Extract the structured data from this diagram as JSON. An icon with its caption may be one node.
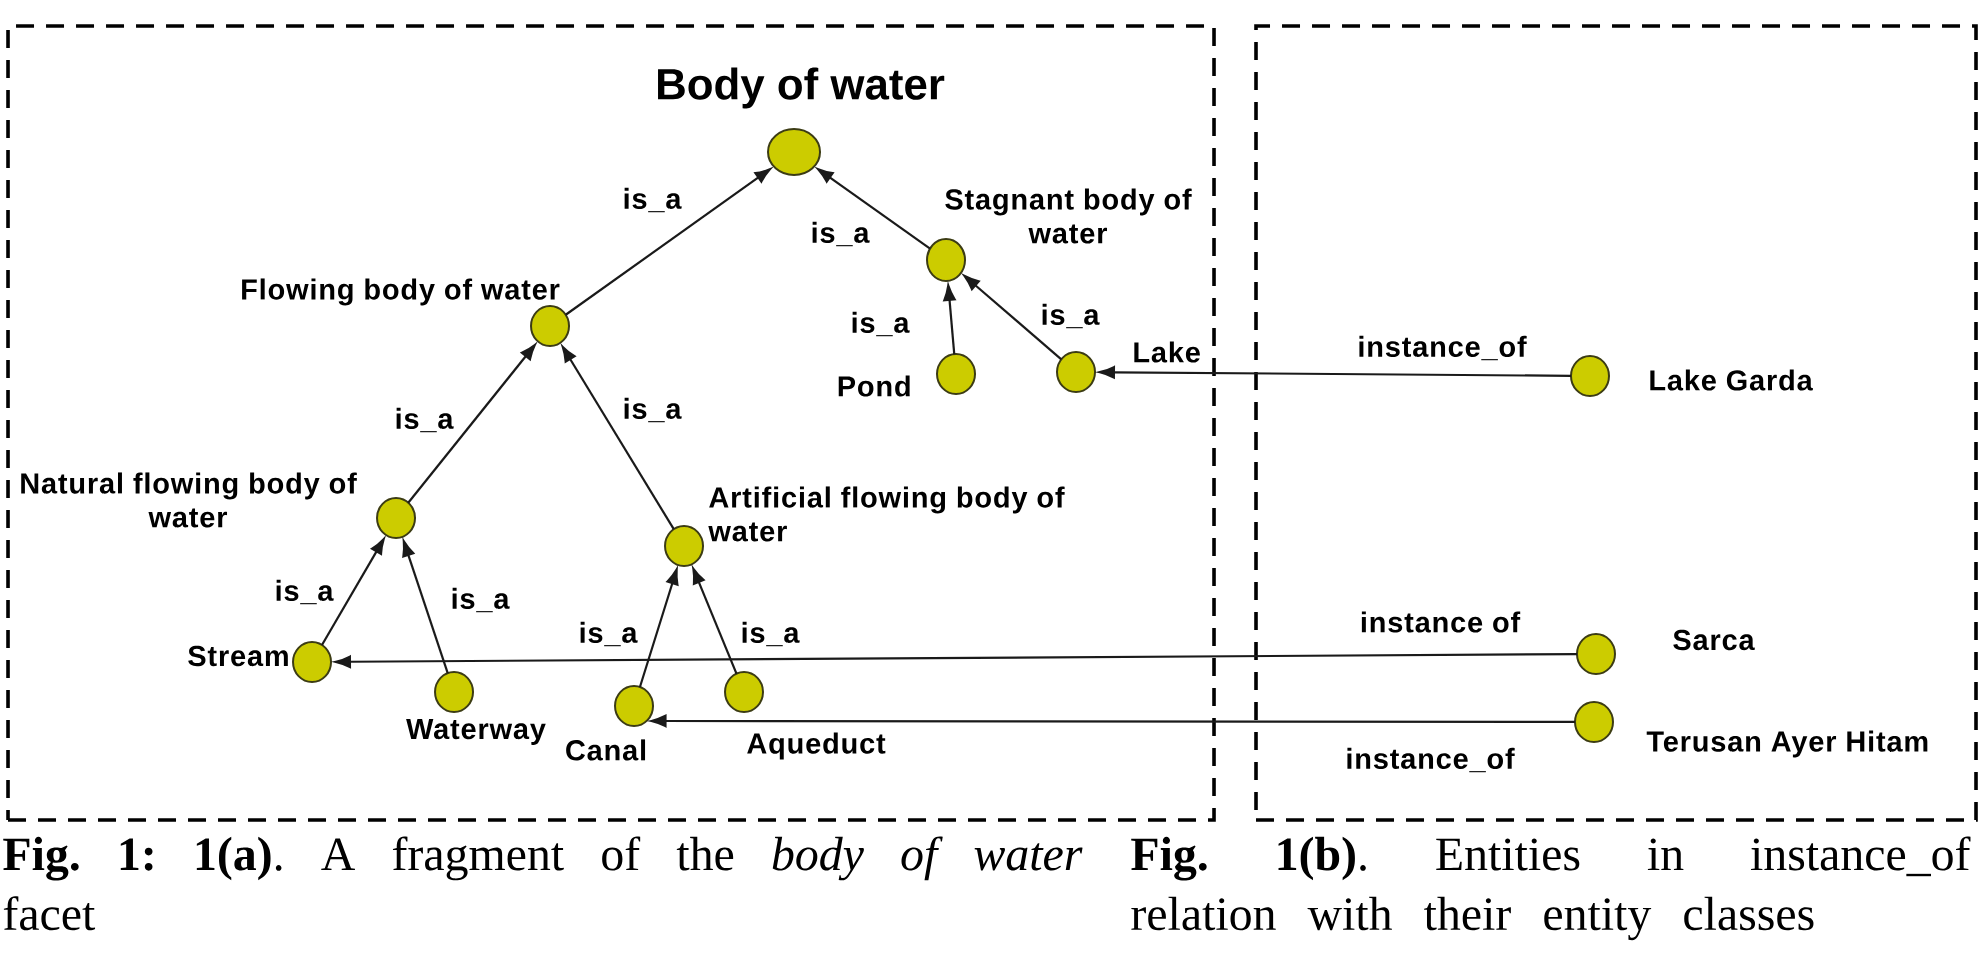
{
  "diagram": {
    "nodes": [
      {
        "text": [
          "**Fig. 1: 1(a)**. A fragment of the *body of water* facet"
        ]
      },
      {
        "text": [
          "**Fig. 1(b)**. Entities in instance_of relation with their entity classes"
        ]
      },
      {
        "text": [],
        "shape": "circle",
        "beside": [
          "Body of water"
        ],
        "in": 0
      },
      {
        "text": [],
        "shape": "circle",
        "beside": [
          "Flowing body of water"
        ],
        "in": 0
      },
      {
        "text": [],
        "shape": "circle",
        "beside": [
          "Stagnant body of water"
        ],
        "in": 0
      },
      {
        "text": [],
        "shape": "circle",
        "beside": [
          "Pond"
        ],
        "in": 0
      },
      {
        "text": [],
        "shape": "circle",
        "beside": [
          "Lake"
        ],
        "in": 0
      },
      {
        "text": [],
        "shape": "circle",
        "beside": [
          "Natural flowing body of water"
        ],
        "in": 0
      },
      {
        "text": [],
        "shape": "circle",
        "beside": [
          "Artificial flowing body of water"
        ],
        "in": 0
      },
      {
        "text": [],
        "shape": "circle",
        "beside": [
          "Stream"
        ],
        "in": 0
      },
      {
        "text": [],
        "shape": "circle",
        "beside": [
          "Waterway"
        ],
        "in": 0
      },
      {
        "text": [],
        "shape": "circle",
        "beside": [
          "Canal"
        ],
        "in": 0
      },
      {
        "text": [],
        "shape": "circle",
        "beside": [
          "Aqueduct"
        ],
        "in": 0
      },
      {
        "text": [],
        "shape": "circle",
        "beside": [
          "Lake Garda"
        ],
        "in": 1
      },
      {
        "text": [],
        "shape": "circle",
        "beside": [
          "Sarca"
        ],
        "in": 1
      },
      {
        "text": [],
        "shape": "circle",
        "beside": [
          "Terusan Ayer Hitam"
        ],
        "in": 1
      }
    ],
    "edges": [
      {
        "from": 3,
        "to": 2,
        "arrow": "to",
        "label": "is_a"
      },
      {
        "from": 4,
        "to": 2,
        "arrow": "to",
        "label": "is_a"
      },
      {
        "from": 5,
        "to": 4,
        "arrow": "to",
        "label": "is_a"
      },
      {
        "from": 6,
        "to": 4,
        "arrow": "to",
        "label": "is_a"
      },
      {
        "from": 7,
        "to": 3,
        "arrow": "to",
        "label": "is_a"
      },
      {
        "from": 8,
        "to": 3,
        "arrow": "to",
        "label": "is_a"
      },
      {
        "from": 9,
        "to": 7,
        "arrow": "to",
        "label": "is_a"
      },
      {
        "from": 10,
        "to": 7,
        "arrow": "to",
        "label": "is_a"
      },
      {
        "from": 11,
        "to": 8,
        "arrow": "to",
        "label": "is_a"
      },
      {
        "from": 12,
        "to": 8,
        "arrow": "to",
        "label": "is_a"
      },
      {
        "from": 13,
        "to": 6,
        "arrow": "to",
        "label": "instance_of"
      },
      {
        "from": 14,
        "to": 9,
        "arrow": "to",
        "label": "instance of"
      },
      {
        "from": 15,
        "to": 11,
        "arrow": "to",
        "label": "instance_of"
      }
    ]
  }
}
